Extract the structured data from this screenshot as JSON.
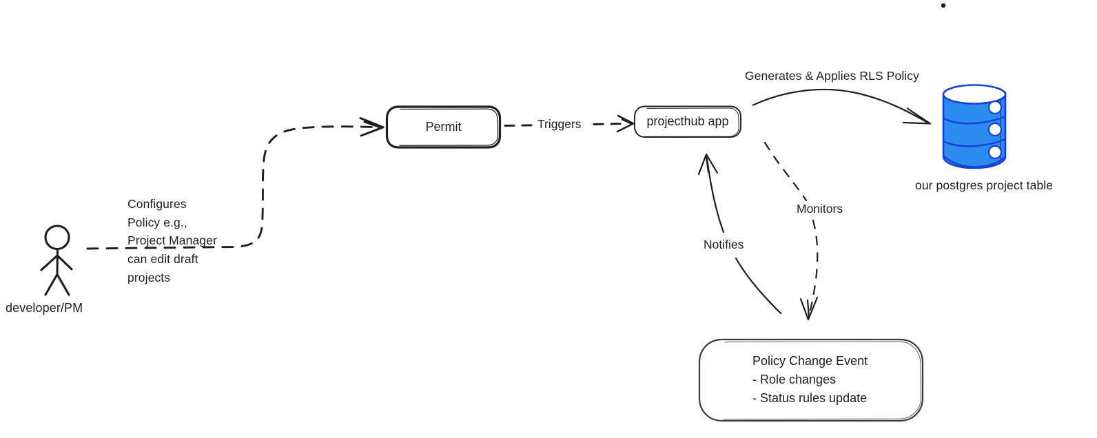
{
  "diagram": {
    "title": "Permit RLS policy flow",
    "background": "#ffffff",
    "stroke_color": "#1e1e1e",
    "db_fill_color": "#2b8cf0",
    "db_stroke_color": "#1a3fd6"
  },
  "actor": {
    "name": "developer/PM",
    "icon": "stick-figure-icon"
  },
  "nodes": {
    "permit": {
      "label": "Permit"
    },
    "projecthub": {
      "label": "projecthub app"
    },
    "database": {
      "caption": "our postgres project table",
      "icon": "database-cylinder-icon"
    },
    "policy_event": {
      "title": "Policy Change Event",
      "bullets": [
        "- Role changes",
        "- Status rules update"
      ]
    }
  },
  "edges": {
    "configures": {
      "lines": [
        "Configures",
        "Policy e.g.,",
        "Project Manager",
        "can edit draft",
        "projects"
      ],
      "style": "dashed"
    },
    "triggers": {
      "label": "Triggers",
      "style": "dashed"
    },
    "generates": {
      "label": "Generates & Applies RLS Policy",
      "style": "solid"
    },
    "monitors": {
      "label": "Monitors",
      "style": "dashed"
    },
    "notifies": {
      "label": "Notifies",
      "style": "solid"
    }
  },
  "marks": {
    "stray_dot": "•"
  }
}
